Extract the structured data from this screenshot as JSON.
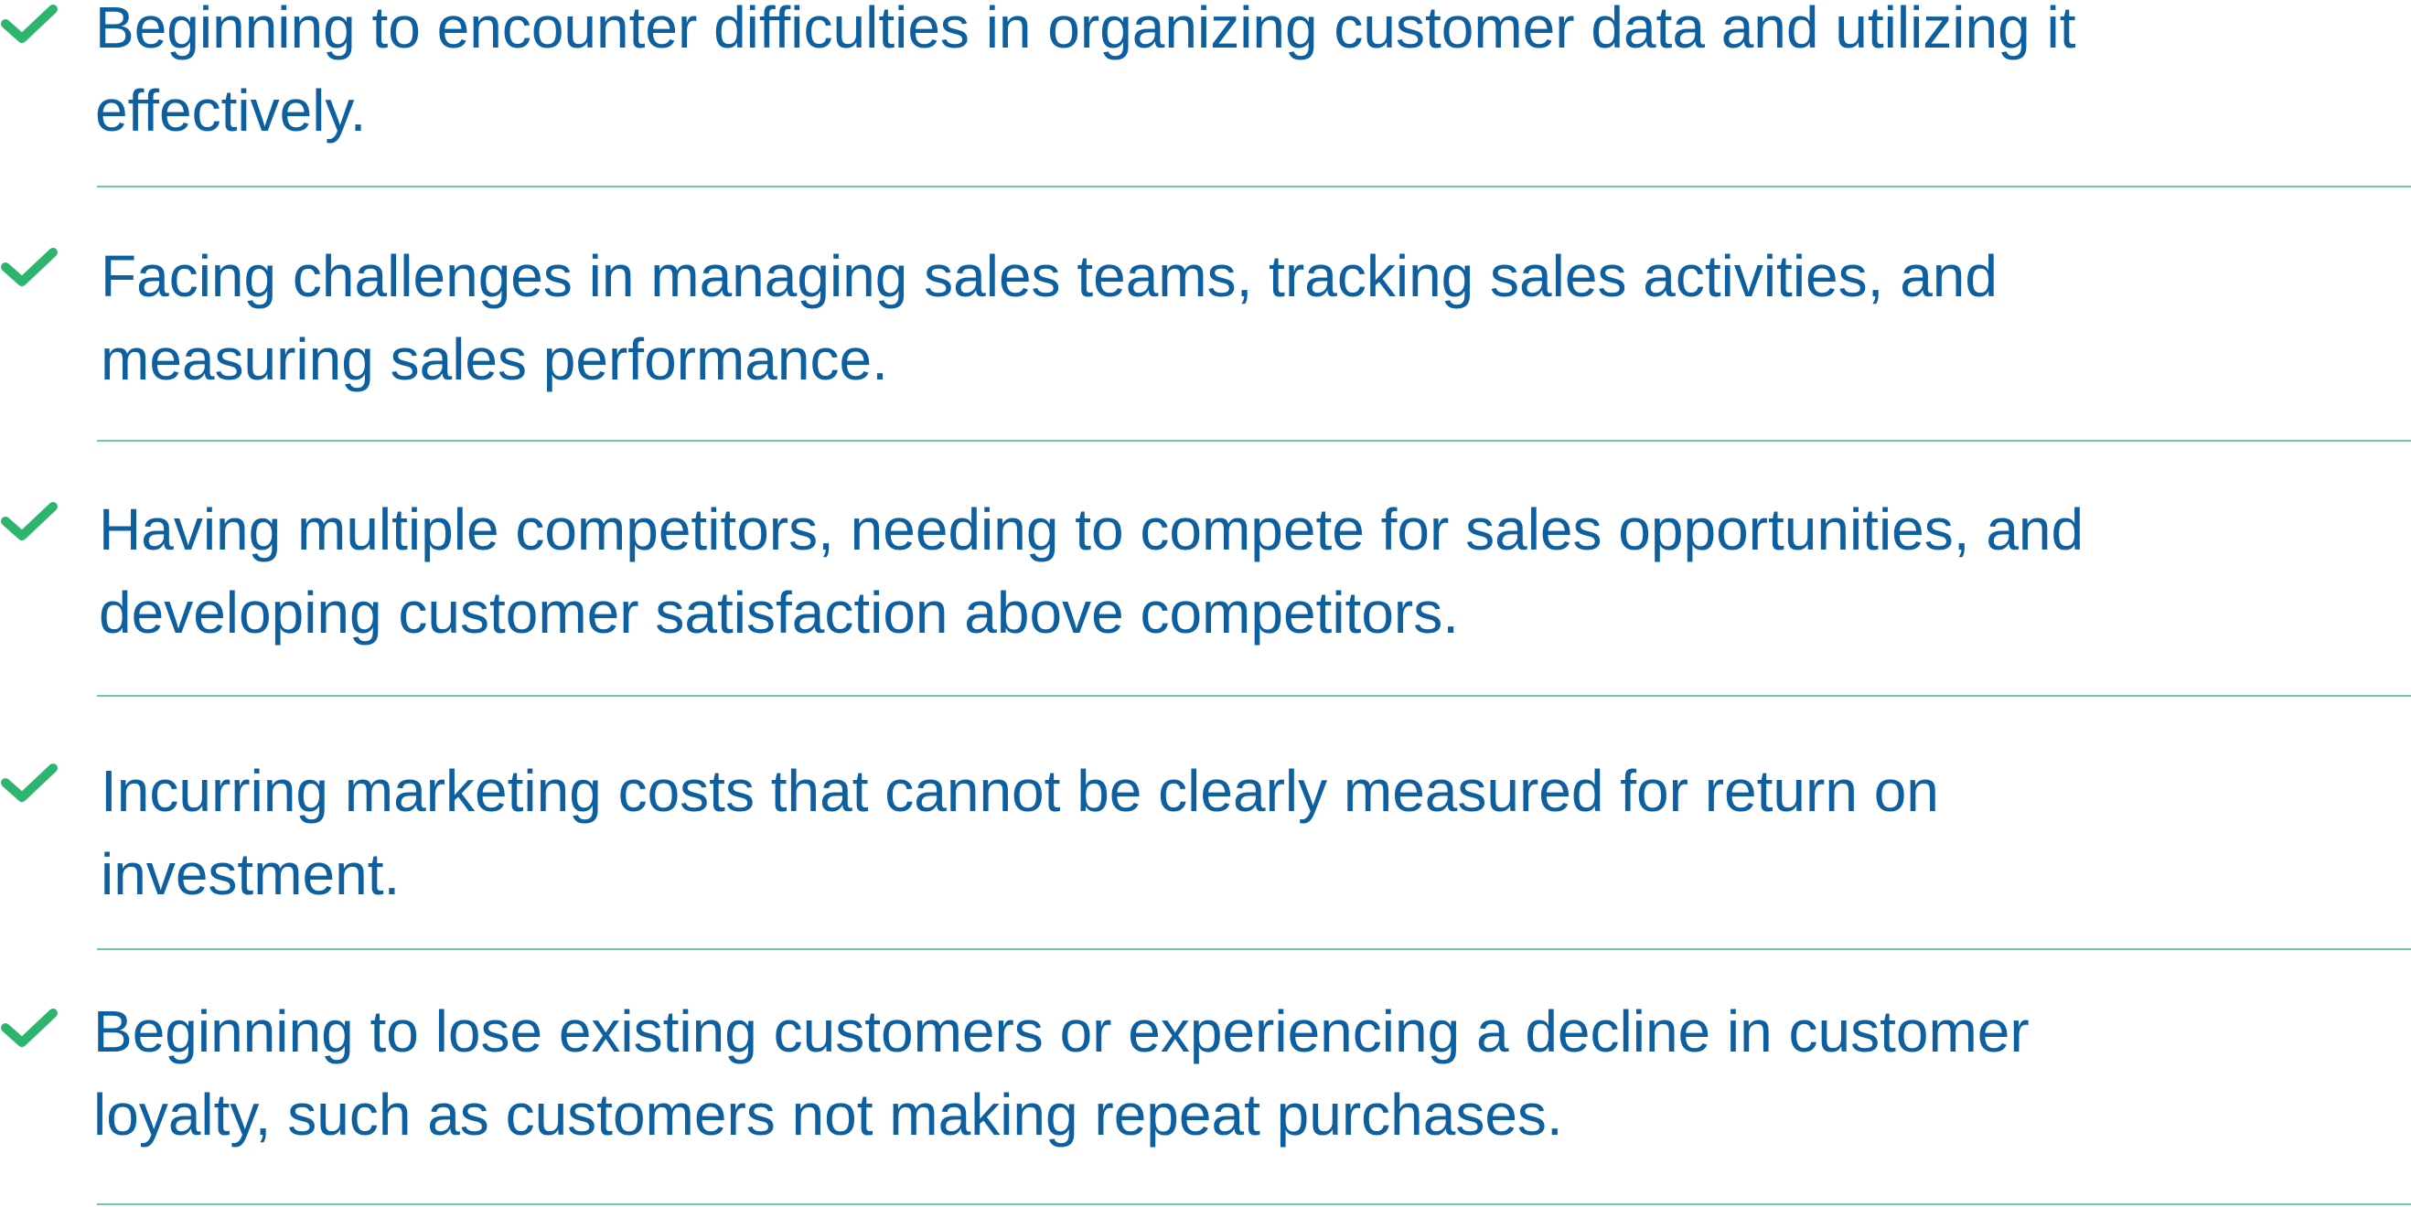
{
  "colors": {
    "text": "#0d5fa0",
    "check": "#2db56f",
    "divider": "#72c8a0"
  },
  "icon": "check-icon",
  "items": [
    {
      "line1": "Beginning to encounter difficulties in organizing customer data and utilizing it",
      "line2": "effectively."
    },
    {
      "line1": "Facing challenges in managing sales teams, tracking sales activities, and",
      "line2": "measuring sales performance."
    },
    {
      "line1": "Having multiple competitors, needing to compete for sales opportunities, and",
      "line2": "developing customer satisfaction above competitors."
    },
    {
      "line1": "Incurring marketing costs that cannot be clearly measured for return on",
      "line2": "investment."
    },
    {
      "line1": "Beginning to lose existing customers or experiencing a decline in customer",
      "line2": "loyalty, such as customers not making repeat purchases."
    }
  ]
}
